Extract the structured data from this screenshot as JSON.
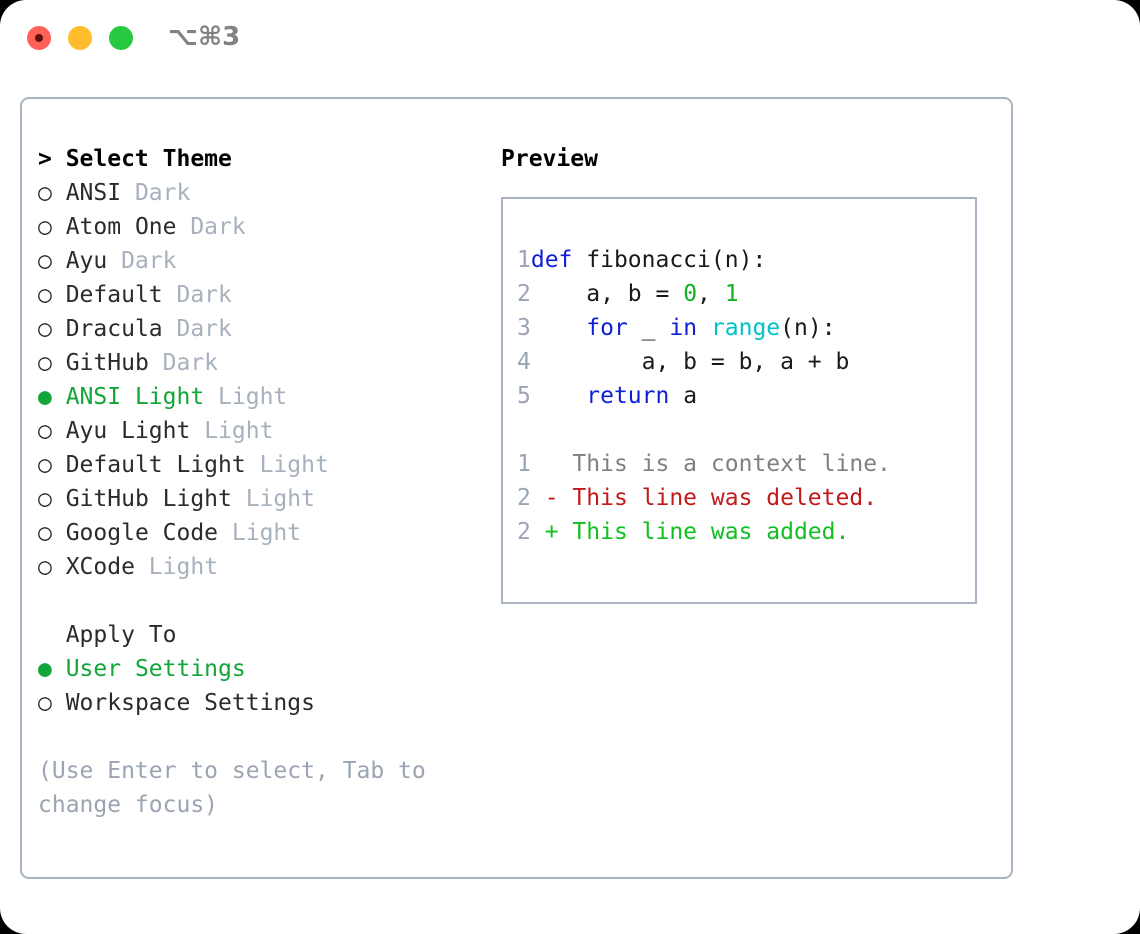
{
  "titlebar": {
    "shortcut": "⌥⌘3",
    "buttons": [
      "close",
      "minimize",
      "maximize"
    ]
  },
  "theme_picker": {
    "header": "> Select Theme",
    "items": [
      {
        "marker": "○",
        "name": "ANSI",
        "variant": "Dark",
        "selected": false
      },
      {
        "marker": "○",
        "name": "Atom One",
        "variant": "Dark",
        "selected": false
      },
      {
        "marker": "○",
        "name": "Ayu",
        "variant": "Dark",
        "selected": false
      },
      {
        "marker": "○",
        "name": "Default",
        "variant": "Dark",
        "selected": false
      },
      {
        "marker": "○",
        "name": "Dracula",
        "variant": "Dark",
        "selected": false
      },
      {
        "marker": "○",
        "name": "GitHub",
        "variant": "Dark",
        "selected": false
      },
      {
        "marker": "●",
        "name": "ANSI Light",
        "variant": "Light",
        "selected": true
      },
      {
        "marker": "○",
        "name": "Ayu Light",
        "variant": "Light",
        "selected": false
      },
      {
        "marker": "○",
        "name": "Default Light",
        "variant": "Light",
        "selected": false
      },
      {
        "marker": "○",
        "name": "GitHub Light",
        "variant": "Light",
        "selected": false
      },
      {
        "marker": "○",
        "name": "Google Code",
        "variant": "Light",
        "selected": false
      },
      {
        "marker": "○",
        "name": "XCode",
        "variant": "Light",
        "selected": false
      }
    ]
  },
  "apply_to": {
    "header": "  Apply To",
    "items": [
      {
        "marker": "●",
        "name": "User Settings",
        "selected": true
      },
      {
        "marker": "○",
        "name": "Workspace Settings",
        "selected": false
      }
    ]
  },
  "hint": "(Use Enter to select, Tab to change focus)",
  "preview": {
    "title": "Preview",
    "code_lines": [
      {
        "n": "1",
        "tokens": [
          {
            "t": "def",
            "c": "kw"
          },
          {
            "t": " fibonacci(n):",
            "c": "plain"
          }
        ]
      },
      {
        "n": "2",
        "tokens": [
          {
            "t": "    a, b = ",
            "c": "plain"
          },
          {
            "t": "0",
            "c": "num"
          },
          {
            "t": ", ",
            "c": "plain"
          },
          {
            "t": "1",
            "c": "num"
          }
        ]
      },
      {
        "n": "3",
        "tokens": [
          {
            "t": "    ",
            "c": "plain"
          },
          {
            "t": "for",
            "c": "kw"
          },
          {
            "t": " _ ",
            "c": "plain"
          },
          {
            "t": "in",
            "c": "kw"
          },
          {
            "t": " ",
            "c": "plain"
          },
          {
            "t": "range",
            "c": "bi"
          },
          {
            "t": "(n):",
            "c": "plain"
          }
        ]
      },
      {
        "n": "4",
        "tokens": [
          {
            "t": "        a, b = b, a + b",
            "c": "plain"
          }
        ]
      },
      {
        "n": "5",
        "tokens": [
          {
            "t": "    ",
            "c": "plain"
          },
          {
            "t": "return",
            "c": "kw"
          },
          {
            "t": " a",
            "c": "plain"
          }
        ]
      },
      {
        "n": " ",
        "tokens": [
          {
            "t": "",
            "c": "plain"
          }
        ]
      },
      {
        "n": "1",
        "tokens": [
          {
            "t": "   This is a context line.",
            "c": "ctx"
          }
        ]
      },
      {
        "n": "2",
        "tokens": [
          {
            "t": " - This line was deleted.",
            "c": "del"
          }
        ]
      },
      {
        "n": "2",
        "tokens": [
          {
            "t": " + This line was added.",
            "c": "add"
          }
        ]
      }
    ]
  },
  "colors": {
    "accent_green": "#13a538",
    "keyword_blue": "#0f1fd6",
    "builtin_cyan": "#00c2c7",
    "number_green": "#10b020",
    "diff_deleted": "#c21a1a",
    "diff_added": "#10c020",
    "muted": "#a7b0bd",
    "border": "#a9b3c1"
  }
}
